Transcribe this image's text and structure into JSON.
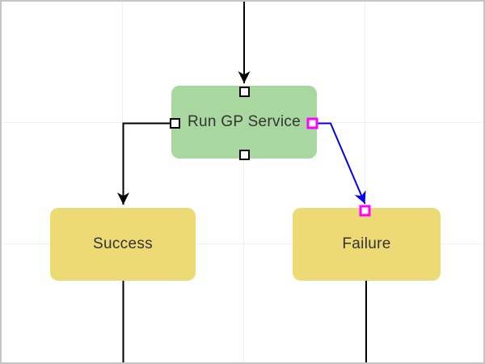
{
  "nodes": [
    {
      "id": "run-gp-service",
      "label": "Run GP Service",
      "kind": "process"
    },
    {
      "id": "success",
      "label": "Success",
      "kind": "terminal"
    },
    {
      "id": "failure",
      "label": "Failure",
      "kind": "terminal"
    }
  ],
  "edges": [
    {
      "from": "offscreen-top",
      "to": "run-gp-service",
      "selected": false
    },
    {
      "from": "run-gp-service",
      "to": "success",
      "selected": false
    },
    {
      "from": "run-gp-service",
      "to": "failure",
      "selected": true
    },
    {
      "from": "success",
      "to": "offscreen-bottom",
      "selected": false
    },
    {
      "from": "failure",
      "to": "offscreen-bottom",
      "selected": false
    }
  ],
  "colors": {
    "process_fill": "#a8d7a0",
    "terminal_fill": "#eeda75",
    "edge_stroke": "#000000",
    "selected_edge_stroke": "#0000ee",
    "selection_handle": "#ff00ff",
    "port_fill": "#ffffff",
    "grid_line": "#f0f0f0",
    "canvas_border": "#c4c4c4",
    "label_color": "#333333"
  }
}
